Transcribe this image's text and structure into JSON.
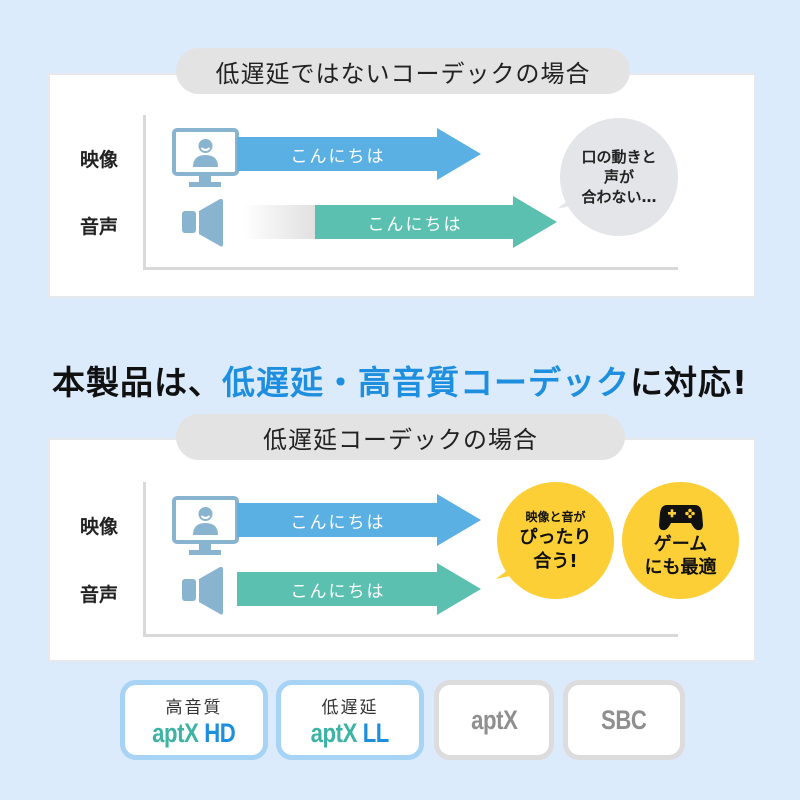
{
  "colors": {
    "background": "#dcebfb",
    "video_arrow": "#5aafe3",
    "audio_arrow": "#5cc0b0",
    "icon": "#89b4d0",
    "highlight_text": "#1e8fde",
    "bubble_gray": "#e3e5e8",
    "bubble_yellow": "#fbcf35"
  },
  "section_without": {
    "title": "低遅延ではないコーデックの場合",
    "rows": [
      {
        "label": "映像",
        "icon": "monitor-person-icon",
        "arrow_text": "こんにちは"
      },
      {
        "label": "音声",
        "icon": "speaker-icon",
        "arrow_text": "こんにちは"
      }
    ],
    "bubble": {
      "lines": [
        "口の動きと",
        "声が",
        "合わない…"
      ]
    }
  },
  "headline": {
    "part1": "本製品は、",
    "highlight": "低遅延・高音質コーデック",
    "part2": "に対応!"
  },
  "section_with": {
    "title": "低遅延コーデックの場合",
    "rows": [
      {
        "label": "映像",
        "icon": "monitor-person-icon",
        "arrow_text": "こんにちは"
      },
      {
        "label": "音声",
        "icon": "speaker-icon",
        "arrow_text": "こんにちは"
      }
    ],
    "bubble_sync": {
      "line1": "映像と音が",
      "line2": "ぴったり",
      "line3": "合う!"
    },
    "bubble_game": {
      "icon": "gamepad-icon",
      "line1": "ゲーム",
      "line2": "にも最適"
    }
  },
  "codecs": [
    {
      "sub": "高音質",
      "main_a": "aptX",
      "main_b": "HD",
      "active": true
    },
    {
      "sub": "低遅延",
      "main_a": "aptX",
      "main_b": "LL",
      "active": true
    },
    {
      "sub": "",
      "main_a": "aptX",
      "main_b": "",
      "active": false
    },
    {
      "sub": "",
      "main_a": "SBC",
      "main_b": "",
      "active": false
    }
  ]
}
